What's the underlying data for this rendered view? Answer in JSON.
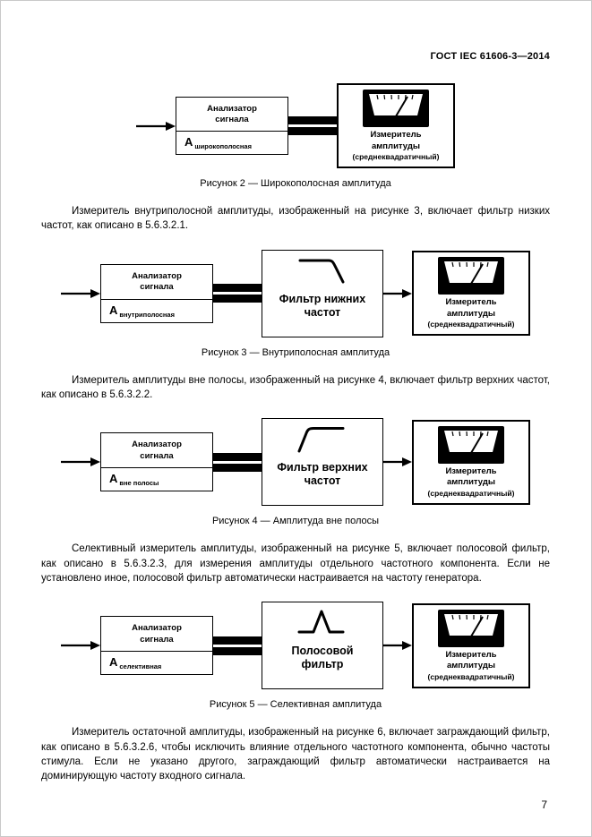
{
  "header": {
    "title": "ГОСТ IEC 61606-3—2014"
  },
  "colors": {
    "ink": "#000000",
    "paper": "#ffffff"
  },
  "paragraphs": [
    "Измеритель внутриполосной амплитуды, изображенный на рисунке 3, включает фильтр низких частот, как описано в 5.6.3.2.1.",
    "Измеритель амплитуды вне полосы, изображенный на рисунке 4, включает фильтр верхних частот, как описано в 5.6.3.2.2.",
    "Селективный измеритель амплитуды, изображенный на рисунке 5, включает полосовой фильтр, как описано в 5.6.3.2.3, для измерения амплитуды отдельного частотного компонента. Если не установлено иное, полосовой фильтр автоматически настраивается на частоту генератора.",
    "Измеритель остаточной амплитуды, изображенный на рисунке 6, включает заграждающий фильтр, как описано в 5.6.3.2.6, чтобы исключить влияние отдельного частотного компонента, обычно частоты стимула. Если не указано другого, заграждающий фильтр автоматически настраивается на доминирующую частоту входного сигнала."
  ],
  "figures": [
    {
      "analyzer": {
        "line1": "Анализатор",
        "line2": "сигнала",
        "symbol": "A",
        "subscript": "широкополосная"
      },
      "meter": {
        "line1": "Измеритель",
        "line2": "амплитуды",
        "line3": "(среднеквадратичный)"
      },
      "caption": "Рисунок 2 — Широкополосная амплитуда"
    },
    {
      "analyzer": {
        "line1": "Анализатор",
        "line2": "сигнала",
        "symbol": "A",
        "subscript": "внутриполосная"
      },
      "filter": {
        "line1": "Фильтр нижних",
        "line2": "частот",
        "curve": "lowpass"
      },
      "meter": {
        "line1": "Измеритель",
        "line2": "амплитуды",
        "line3": "(среднеквадратичный)"
      },
      "caption": "Рисунок 3 — Внутриполосная амплитуда"
    },
    {
      "analyzer": {
        "line1": "Анализатор",
        "line2": "сигнала",
        "symbol": "A",
        "subscript": "вне полосы"
      },
      "filter": {
        "line1": "Фильтр верхних",
        "line2": "частот",
        "curve": "highpass"
      },
      "meter": {
        "line1": "Измеритель",
        "line2": "амплитуды",
        "line3": "(среднеквадратичный)"
      },
      "caption": "Рисунок 4 — Амплитуда вне полосы"
    },
    {
      "analyzer": {
        "line1": "Анализатор",
        "line2": "сигнала",
        "symbol": "A",
        "subscript": "селективная"
      },
      "filter": {
        "line1": "Полосовой",
        "line2": "фильтр",
        "curve": "bandpass"
      },
      "meter": {
        "line1": "Измеритель",
        "line2": "амплитуды",
        "line3": "(среднеквадратичный)"
      },
      "caption": "Рисунок 5 — Селективная амплитуда"
    }
  ],
  "page_number": "7"
}
